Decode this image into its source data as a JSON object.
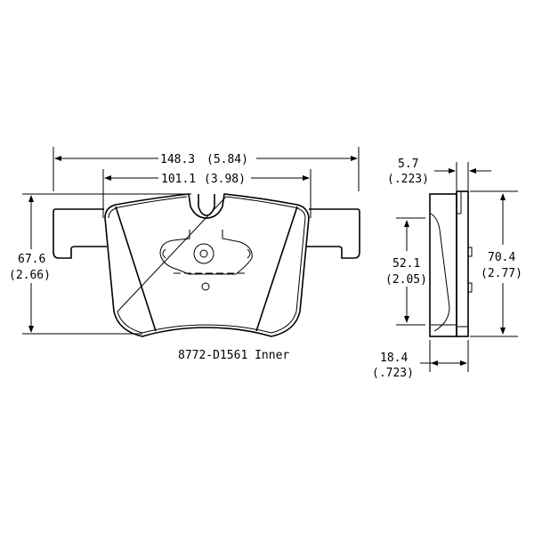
{
  "part_label": "8772-D1561 Inner",
  "dimensions": {
    "overall_width": {
      "mm": "148.3",
      "in": "(5.84)"
    },
    "friction_width": {
      "mm": "101.1",
      "in": "(3.98)"
    },
    "height": {
      "mm": "67.6",
      "in": "(2.66)"
    },
    "plate_thickness": {
      "mm": "5.7",
      "in": "(.223)"
    },
    "side_height": {
      "mm": "70.4",
      "in": "(2.77)"
    },
    "friction_height": {
      "mm": "52.1",
      "in": "(2.05)"
    },
    "total_thickness": {
      "mm": "18.4",
      "in": "(.723)"
    }
  }
}
